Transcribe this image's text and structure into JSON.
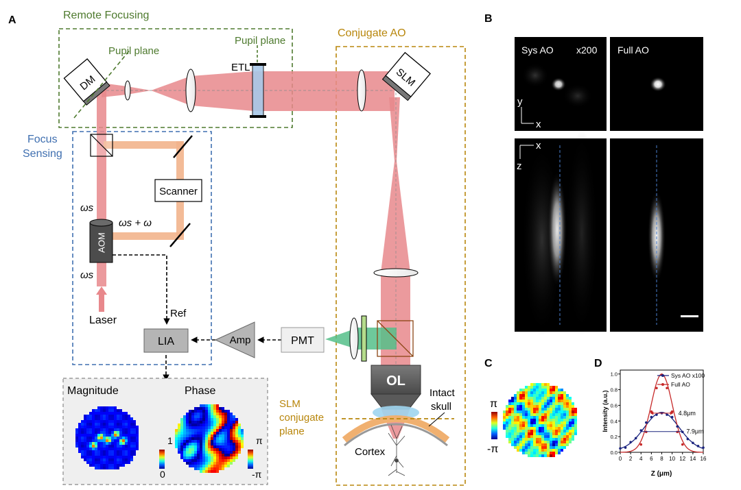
{
  "panel_labels": {
    "a": "A",
    "b": "B",
    "c": "C",
    "d": "D"
  },
  "colors": {
    "remote_focusing": "#4e7a2e",
    "focus_sensing": "#3f6fb0",
    "conjugate_ao": "#b8860b",
    "beam": "#e8888c",
    "ref_beam": "#f2b48c",
    "fluorescence": "#55c08a"
  },
  "boxes": {
    "remote_focusing": "Remote Focusing",
    "focus_sensing_1": "Focus",
    "focus_sensing_2": "Sensing",
    "conjugate_ao": "Conjugate AO"
  },
  "components": {
    "dm": "DM",
    "pupil_plane_left": "Pupil plane",
    "pupil_plane_right": "Pupil plane",
    "etl": "ETL",
    "slm": "SLM",
    "scanner": "Scanner",
    "aom": "AOM",
    "omega_s_top": "ωs",
    "omega_s_bottom": "ωs",
    "omega_sum": "ωs + ω",
    "laser": "Laser",
    "ref": "Ref",
    "lia": "LIA",
    "amp": "Amp",
    "pmt": "PMT",
    "ol": "OL",
    "intact_skull_1": "Intact",
    "intact_skull_2": "skull",
    "slm_conj_1": "SLM",
    "slm_conj_2": "conjugate",
    "slm_conj_3": "plane",
    "cortex": "Cortex"
  },
  "insets": {
    "magnitude": "Magnitude",
    "phase": "Phase",
    "mag_max": "1",
    "mag_min": "0",
    "phase_max": "π",
    "phase_min": "-π"
  },
  "panel_b": {
    "sys_ao": "Sys AO",
    "x200": "x200",
    "full_ao": "Full AO",
    "axis_y": "y",
    "axis_x_top": "x",
    "axis_x_bottom": "x",
    "axis_z": "z"
  },
  "panel_c": {
    "max": "π",
    "min": "-π"
  },
  "chart_data": {
    "type": "scatter",
    "xlabel": "Z (μm)",
    "ylabel": "Intensity (a.u.)",
    "xlim": [
      0,
      16
    ],
    "ylim": [
      0,
      1.05
    ],
    "x_ticks": [
      "0",
      "2",
      "4",
      "6",
      "8",
      "10",
      "12",
      "14",
      "16"
    ],
    "y_ticks": [
      "0.0",
      "0.2",
      "0.4",
      "0.6",
      "0.8",
      "1.0"
    ],
    "legend_position": "top-right",
    "series": [
      {
        "name": "Sys AO x100",
        "color": "#1a237e",
        "points": [
          [
            0,
            0.05
          ],
          [
            1,
            0.06
          ],
          [
            2,
            0.13
          ],
          [
            3,
            0.18
          ],
          [
            4,
            0.28
          ],
          [
            5,
            0.38
          ],
          [
            6,
            0.45
          ],
          [
            7,
            0.48
          ],
          [
            8,
            0.5
          ],
          [
            9,
            0.48
          ],
          [
            10,
            0.45
          ],
          [
            11,
            0.33
          ],
          [
            12,
            0.26
          ],
          [
            13,
            0.17
          ],
          [
            14,
            0.12
          ],
          [
            15,
            0.08
          ],
          [
            16,
            0.06
          ]
        ],
        "fit": {
          "amplitude": 0.49,
          "center": 8.0,
          "fwhm": 7.9,
          "offset": 0.02
        }
      },
      {
        "name": "Full AO",
        "color": "#c62828",
        "points": [
          [
            4,
            0.1
          ],
          [
            5,
            0.26
          ],
          [
            6,
            0.52
          ],
          [
            7,
            0.82
          ],
          [
            8,
            0.99
          ],
          [
            9,
            0.82
          ],
          [
            10,
            0.52
          ],
          [
            11,
            0.26
          ],
          [
            12,
            0.1
          ]
        ],
        "fit": {
          "amplitude": 1.0,
          "center": 8.0,
          "fwhm": 4.8,
          "offset": 0.0
        }
      }
    ],
    "annotations": [
      "4.8μm",
      "7.9μm"
    ]
  }
}
